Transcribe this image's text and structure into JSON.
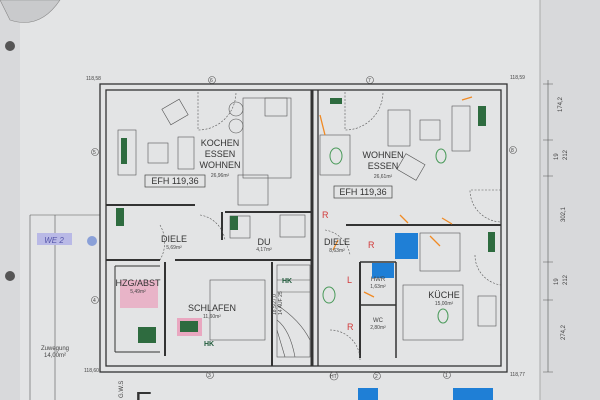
{
  "rooms": {
    "kochen": {
      "line1": "KOCHEN",
      "line2": "ESSEN",
      "line3": "WOHNEN",
      "area": "26,96m²"
    },
    "wohnen": {
      "line1": "WOHNEN",
      "line2": "ESSEN",
      "area": "26,61m²"
    },
    "diele_left": {
      "name": "DIELE",
      "area": "5,69m²"
    },
    "du": {
      "name": "DU",
      "area": "4,17m²"
    },
    "diele_right": {
      "name": "DIELE",
      "area": "8,63m²"
    },
    "hzg": {
      "name": "HZG/ABST",
      "area": "5,49m²"
    },
    "schlafen": {
      "name": "SCHLAFEN",
      "area": "11,60m²"
    },
    "kueche": {
      "name": "KÜCHE",
      "area": "15,00m²"
    },
    "hwr": {
      "name": "HWR",
      "area": "1,63m²"
    },
    "wc": {
      "name": "WC",
      "area": "2,80m²"
    }
  },
  "efh_labels": [
    "EFH 119,36",
    "EFH 119,36"
  ],
  "outside": {
    "zuwegung": "Zuwegung",
    "zuwegung_area": "14,00m²",
    "unit_tag": "WE 2",
    "gws": "G.W.S",
    "title_fragment": "E"
  },
  "elevations": [
    "118,58",
    "118,59",
    "118,60",
    "118,77"
  ],
  "dimensions": [
    "174,2",
    "19",
    "212",
    "302,1",
    "19",
    "212",
    "274,2"
  ],
  "stairs": {
    "label1": "14 AUF 25",
    "label2": "18,5/27,0"
  },
  "hk_label": "HK",
  "markers": [
    "6",
    "7",
    "5",
    "8",
    "4",
    "3",
    "2",
    "1",
    "HT"
  ],
  "colors": {
    "paper": "#e4e5e6",
    "wall": "#333333",
    "heater": "#2e6b3f",
    "marker_orange": "#f08a24",
    "marker_blue": "#1f7fd6",
    "marker_pink": "#e07aa0",
    "marker_red": "#d23a3a"
  }
}
